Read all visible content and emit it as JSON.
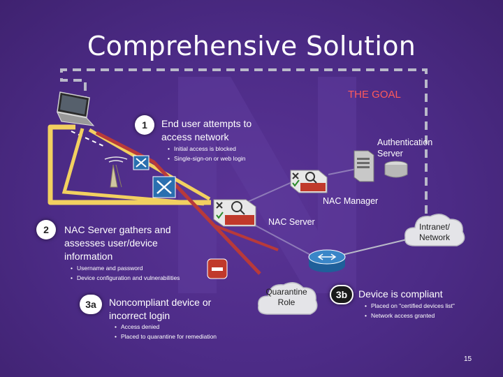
{
  "title": "Comprehensive Solution",
  "goal_label": "THE GOAL",
  "step1": {
    "badge": "1",
    "heading": "End user attempts to access network",
    "bullets": [
      "Initial access is blocked",
      "Single-sign-on or web login"
    ]
  },
  "auth_server": {
    "label": "Authentication Server"
  },
  "nac_manager": {
    "label": "NAC Manager"
  },
  "nac_server": {
    "label": "NAC Server"
  },
  "intranet": {
    "label": "Intranet/ Network"
  },
  "step2": {
    "badge": "2",
    "heading": "NAC Server gathers and assesses user/device information",
    "bullets": [
      "Username and password",
      "Device configuration and vulnerabilities"
    ]
  },
  "step3a": {
    "badge": "3a",
    "heading": "Noncompliant device or incorrect login",
    "bullets": [
      "Access denied",
      "Placed to quarantine for remediation"
    ]
  },
  "quarantine": {
    "label": "Quarantine Role"
  },
  "step3b": {
    "badge": "3b",
    "heading": "Device is compliant",
    "bullets": [
      "Placed on \"certified devices list\"",
      "Network access granted"
    ]
  },
  "page_number": "15",
  "colors": {
    "background": "#4c2b86",
    "goal_red": "#ff5a5a",
    "path_yellow": "#f2d060",
    "path_red": "#b83a3a",
    "path_dashed_grey": "#b9b9c9"
  }
}
